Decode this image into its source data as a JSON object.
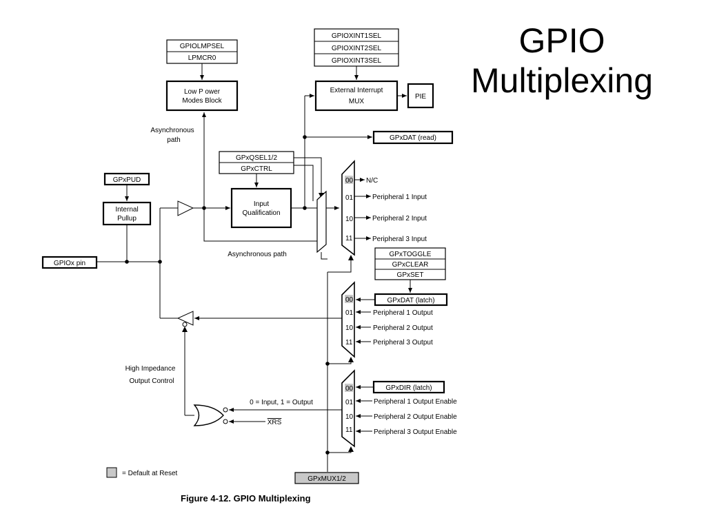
{
  "slide": {
    "title_line1": "GPIO",
    "title_line2": "Multiplexing",
    "caption": "Figure 4-12. GPIO Multiplexing"
  },
  "registers": {
    "gpiolmpsel": "GPIOLMPSEL",
    "lpmcr0": "LPMCR0",
    "gpioxint1sel": "GPIOXINT1SEL",
    "gpioxint2sel": "GPIOXINT2SEL",
    "gpioxint3sel": "GPIOXINT3SEL",
    "gpxdat_read": "GPxDAT (read)",
    "gpxqsel": "GPxQSEL1/2",
    "gpxctrl": "GPxCTRL",
    "gpxpud": "GPxPUD",
    "gpxtoggle": "GPxTOGGLE",
    "gpxclear": "GPxCLEAR",
    "gpxset": "GPxSET",
    "gpxdat_latch": "GPxDAT (latch)",
    "gpxdir_latch": "GPxDIR (latch)",
    "gpxmux": "GPxMUX1/2"
  },
  "blocks": {
    "low_power_line1": "Low P ower",
    "low_power_line2": "Modes Block",
    "ext_int_line1": "External Interrupt",
    "ext_int_line2": "MUX",
    "pie": "PIE",
    "input_qual_line1": "Input",
    "input_qual_line2": "Qualification",
    "internal_pullup_line1": "Internal",
    "internal_pullup_line2": "Pullup",
    "gpiox_pin": "GPIOx pin"
  },
  "labels": {
    "async_path_top_1": "Asynchronous",
    "async_path_top_2": "path",
    "async_path_bottom": "Asynchronous path",
    "high_imp_1": "High Impedance",
    "high_imp_2": "Output Control",
    "dir_note": "0 = Input, 1 = Output",
    "xrs": "XRS",
    "legend": "= Default at Reset"
  },
  "input_mux": {
    "sel": [
      "00",
      "01",
      "10",
      "11"
    ],
    "targets": [
      "N/C",
      "Peripheral 1 Input",
      "Peripheral 2 Input",
      "Peripheral 3 Input"
    ]
  },
  "output_mux": {
    "sel": [
      "00",
      "01",
      "10",
      "11"
    ],
    "sources": [
      "Peripheral 1 Output",
      "Peripheral 2 Output",
      "Peripheral 3 Output"
    ]
  },
  "dir_mux": {
    "sel": [
      "00",
      "01",
      "10",
      "11"
    ],
    "sources": [
      "Peripheral 1 Output Enable",
      "Peripheral 2 Output Enable",
      "Peripheral 3 Output Enable"
    ]
  }
}
